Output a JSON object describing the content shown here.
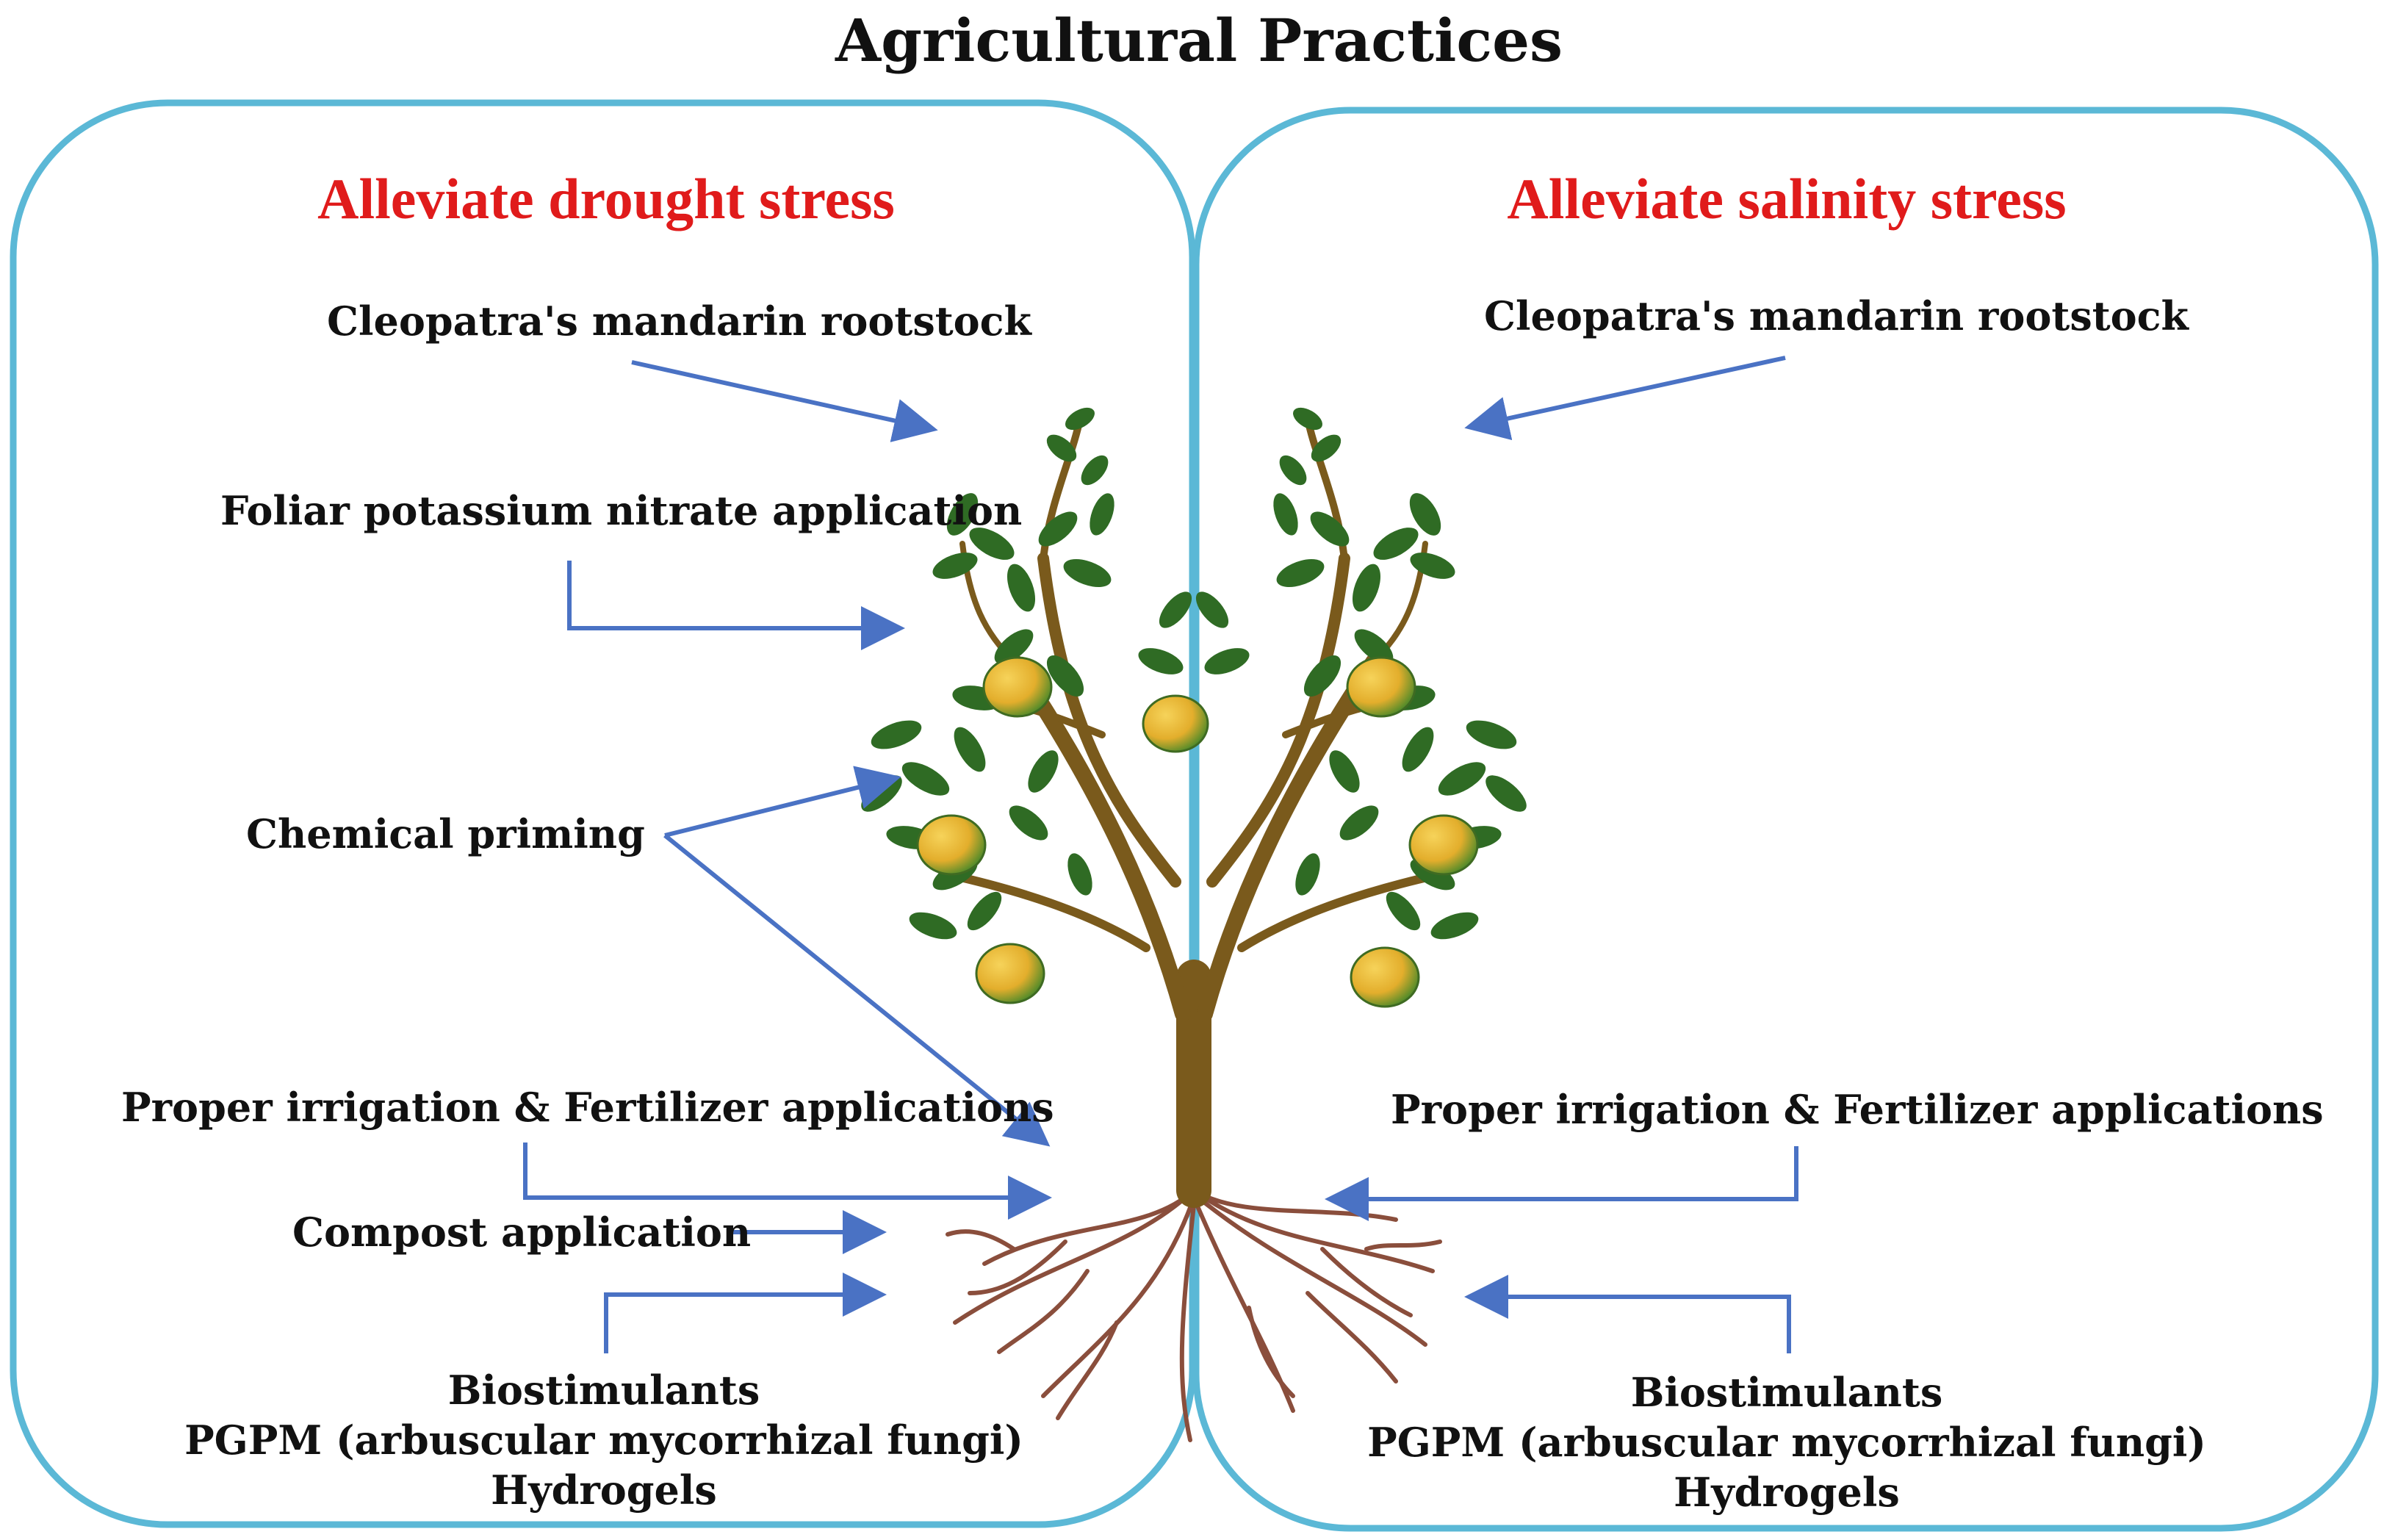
{
  "title": "Agricultural Practices",
  "panels": {
    "drought": {
      "heading": "Alleviate drought stress",
      "heading_color": "#e01b1b",
      "items": {
        "rootstock": "Cleopatra's mandarin rootstock",
        "foliar": "Foliar potassium nitrate application",
        "priming": "Chemical priming",
        "irrigation": "Proper irrigation & Fertilizer applications",
        "compost": "Compost application",
        "bottom": [
          "Biostimulants",
          "PGPM (arbuscular mycorrhizal fungi)",
          "Hydrogels"
        ]
      }
    },
    "salinity": {
      "heading": "Alleviate salinity stress",
      "heading_color": "#e01b1b",
      "items": {
        "rootstock": "Cleopatra's mandarin rootstock",
        "irrigation": "Proper irrigation & Fertilizer applications",
        "bottom": [
          "Biostimulants",
          "PGPM (arbuscular mycorrhizal fungi)",
          "Hydrogels"
        ]
      }
    }
  },
  "colors": {
    "panel_border": "#5bb8d6",
    "arrow": "#4a72c4",
    "trunk": "#7a5a1c",
    "leaf": "#2f6b24",
    "fruit": "#e8b93a",
    "root": "#8a4e3c"
  },
  "icons": [
    "citrus-tree-icon",
    "root-system-icon"
  ]
}
